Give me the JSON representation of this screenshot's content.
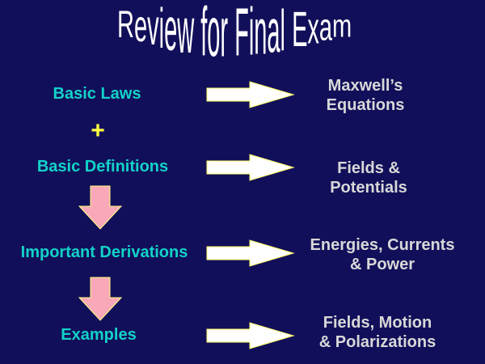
{
  "title": "Review for Final Exam",
  "left": [
    "Basic Laws",
    "Basic Definitions",
    "Important Derivations",
    "Examples"
  ],
  "plus": "+",
  "right": [
    [
      "Maxwell’s",
      "Equations"
    ],
    [
      "Fields &",
      "Potentials"
    ],
    [
      "Energies, Currents",
      "& Power"
    ],
    [
      "Fields, Motion",
      "& Polarizations"
    ]
  ],
  "colors": {
    "background": "#120f5a",
    "left_text": "#12d2c8",
    "right_text": "#d8d8d8",
    "down_arrow": "#f8a8b8",
    "plus": "#ffff40"
  }
}
